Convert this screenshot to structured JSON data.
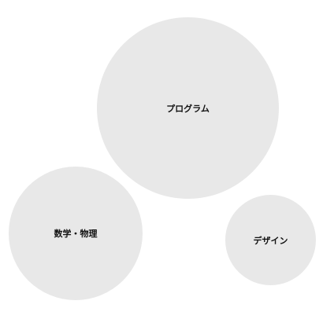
{
  "colors": {
    "background": "#ffffff",
    "bubble_fill": "#e8e8e8",
    "label_text": "#111111"
  },
  "bubbles": [
    {
      "label": "プログラム"
    },
    {
      "label": "数学・物理"
    },
    {
      "label": "デザイン"
    }
  ]
}
